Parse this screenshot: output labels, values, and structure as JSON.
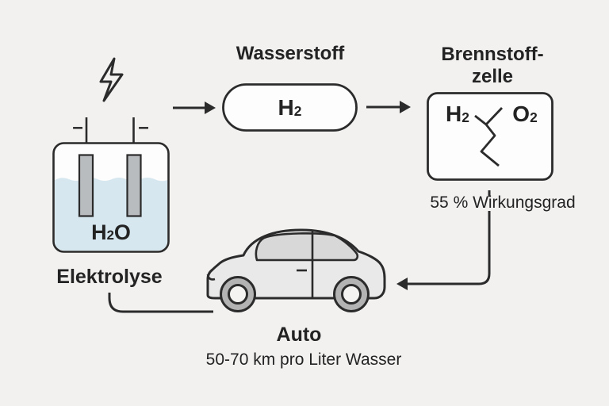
{
  "diagram": {
    "electricity": {
      "icon": "lightning-bolt"
    },
    "electrolysis": {
      "label": "Elektrolyse",
      "water_formula": {
        "pre": "H",
        "sub": "2",
        "post": "O"
      },
      "electrode_left_sign": "–",
      "electrode_right_sign": "–"
    },
    "hydrogen": {
      "label": "Wasserstoff",
      "formula": {
        "pre": "H",
        "sub": "2",
        "post": ""
      }
    },
    "fuel_cell": {
      "label_line1": "Brennstoff-",
      "label_line2": "zelle",
      "h2_formula": {
        "pre": "H",
        "sub": "2",
        "post": ""
      },
      "o2_formula": {
        "pre": "O",
        "sub": "2",
        "post": ""
      },
      "efficiency": "55 % Wirkungsgrad"
    },
    "car": {
      "label": "Auto",
      "consumption": "50-70 km pro Liter Wasser"
    },
    "colors": {
      "background": "#f2f1f0",
      "line": "#2b2b2b",
      "water": "#d6e7ef",
      "electrode": "#b9bcbe",
      "shape_fill": "#fdfdfd",
      "car_body": "#e9e9e9",
      "car_window": "#d8d8d8",
      "wheel_ring": "#b3b3b3",
      "wheel_hub": "#f4f3f2"
    }
  }
}
